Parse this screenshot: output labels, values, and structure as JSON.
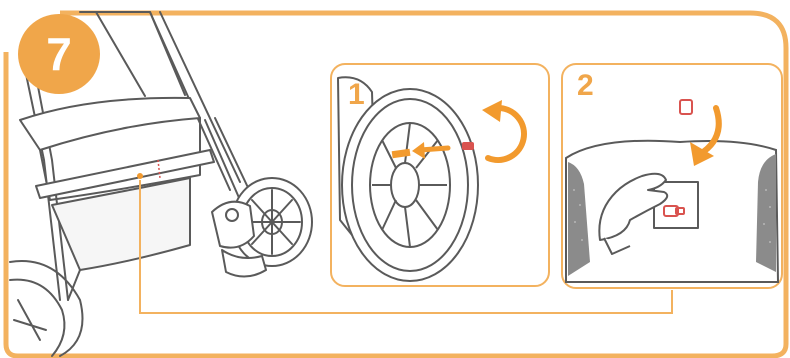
{
  "step": {
    "number": "7"
  },
  "panels": [
    {
      "label": "1"
    },
    {
      "label": "2"
    }
  ],
  "colors": {
    "accent": "#f0a64a",
    "frame": "#f3b25f",
    "line": "#5a5a5a",
    "arrow": "#f29a2e",
    "valve_red": "#d9534f",
    "background": "#ffffff"
  },
  "icons": {
    "rotate": "circular-arrow-icon",
    "insert": "left-arrow-icon",
    "drop": "curved-down-arrow-icon"
  }
}
